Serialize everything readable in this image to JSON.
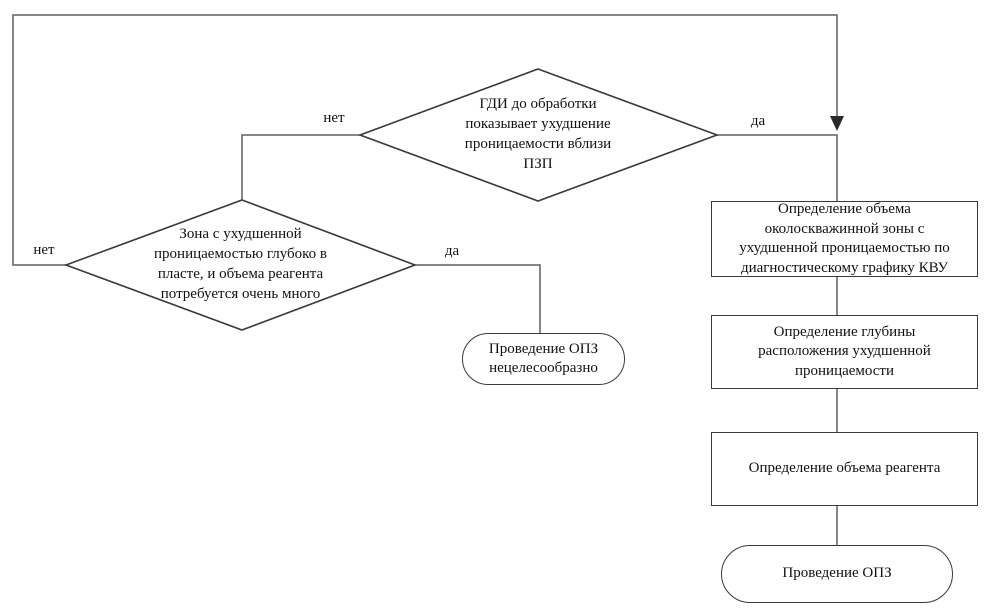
{
  "flowchart": {
    "decisions": {
      "gdi": {
        "label": "ГДИ до обработки показывает ухудшение проницаемости вблизи ПЗП",
        "yes_label": "да",
        "no_label": "нет"
      },
      "zone": {
        "label": "Зона с ухудшенной проницаемостью глубоко в пласте, и объема реагента потребуется очень много",
        "yes_label": "да",
        "no_label": "нет"
      }
    },
    "processes": {
      "volume_zone": {
        "label": "Определение объема околоскважинной зоны с ухудшенной проницаемостью по диагностическому графику КВУ"
      },
      "depth": {
        "label": "Определение глубины расположения ухудшенной проницаемости"
      },
      "reagent": {
        "label": "Определение объема реагента"
      }
    },
    "terminals": {
      "not_feasible": {
        "label": "Проведение ОПЗ нецелесообразно"
      },
      "conduct": {
        "label": "Проведение ОПЗ"
      }
    },
    "edges": [
      {
        "from": "decision-gdi",
        "to": "decision-zone",
        "label": "нет"
      },
      {
        "from": "decision-gdi",
        "to": "process-volume-zone",
        "label": "да"
      },
      {
        "from": "decision-zone",
        "to": "process-volume-zone",
        "label": "нет"
      },
      {
        "from": "decision-zone",
        "to": "terminal-not-feasible",
        "label": "да"
      },
      {
        "from": "process-volume-zone",
        "to": "process-depth",
        "label": ""
      },
      {
        "from": "process-depth",
        "to": "process-reagent",
        "label": ""
      },
      {
        "from": "process-reagent",
        "to": "terminal-conduct",
        "label": ""
      }
    ],
    "colors": {
      "background": "#ffffff",
      "shape_border": "#3a3a3a",
      "connector": "#5f5f5f",
      "text": "#111111"
    }
  }
}
